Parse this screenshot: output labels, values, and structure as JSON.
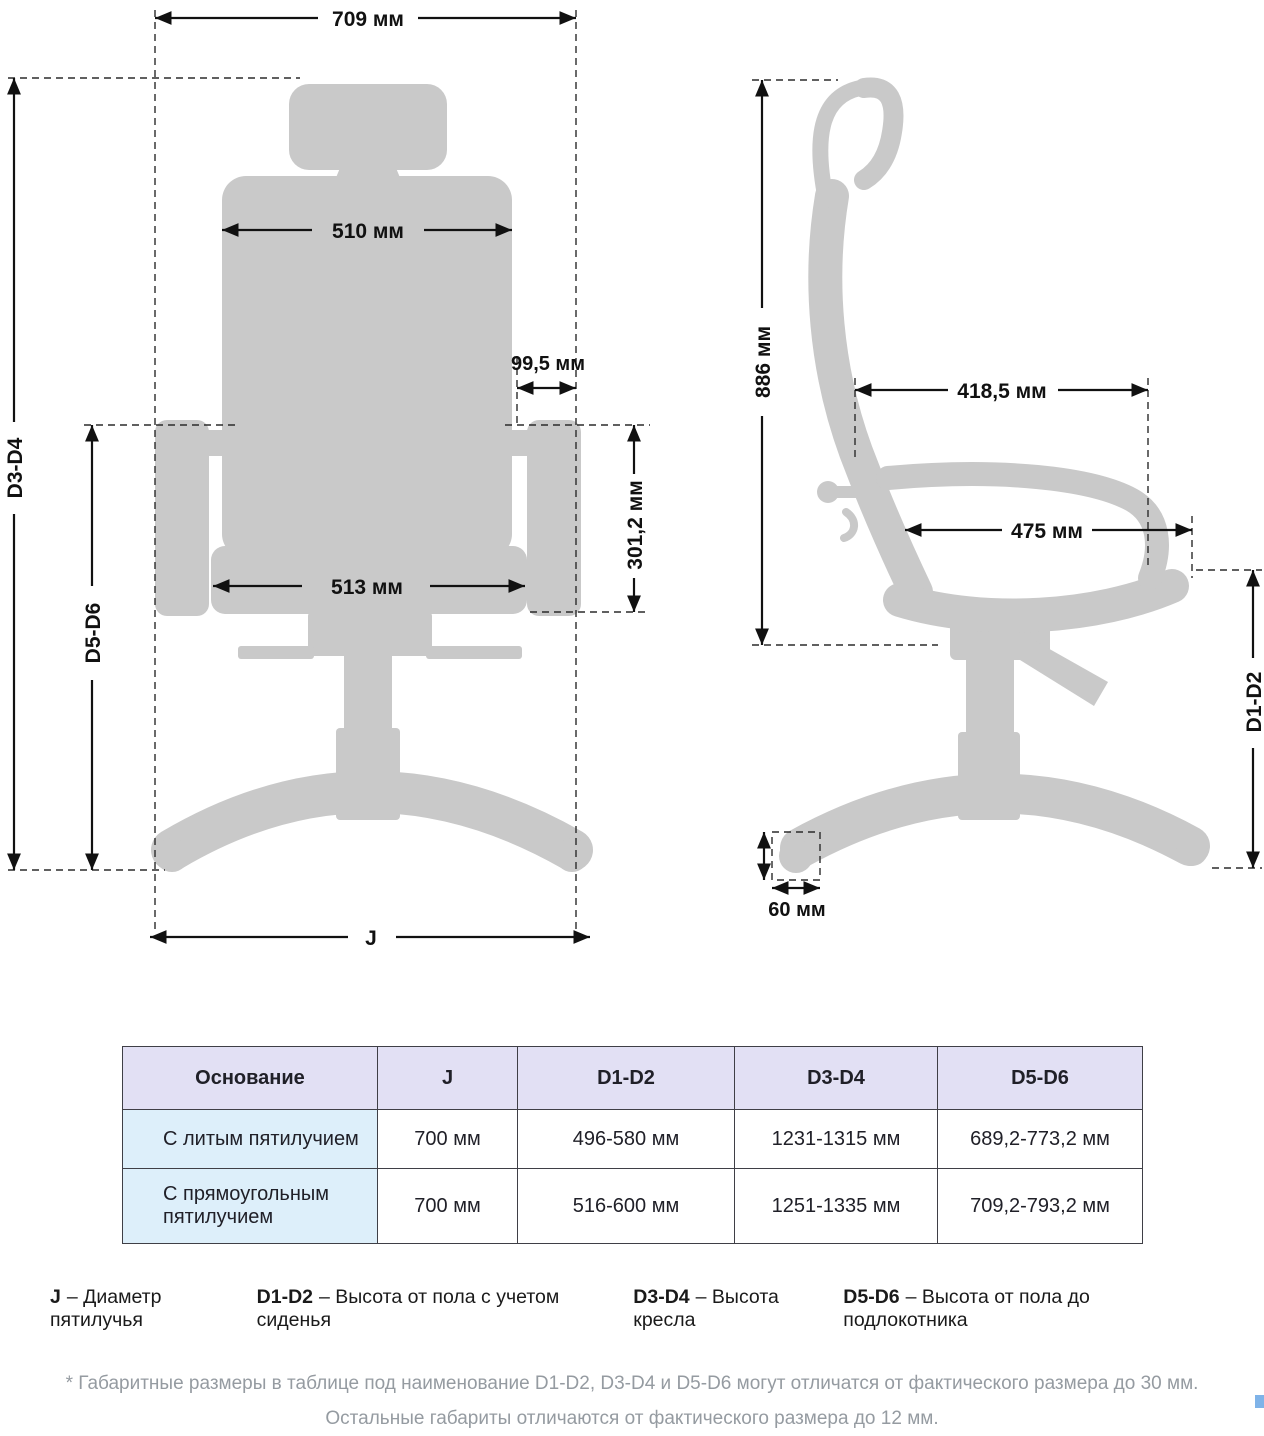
{
  "colors": {
    "chair_silhouette": "#c9c9c9",
    "dimension_line": "#111111",
    "table_header_bg": "#e2e0f4",
    "table_row_label_bg": "#ddeffa",
    "footnote_text": "#959ba1"
  },
  "front_view": {
    "labels": {
      "overall_width": "709 мм",
      "backrest_width": "510 мм",
      "armrest_offset": "99,5 мм",
      "armrest_height": "301,2 мм",
      "seat_width": "513 мм",
      "chair_height": "D3-D4",
      "floor_to_armrest": "D5-D6",
      "base_diameter": "J"
    }
  },
  "side_view": {
    "labels": {
      "back_height": "886 мм",
      "upper_depth": "418,5 мм",
      "seat_depth": "475 мм",
      "floor_to_seat": "D1-D2",
      "caster_size": "60 мм"
    }
  },
  "table": {
    "headers": [
      "Основание",
      "J",
      "D1-D2",
      "D3-D4",
      "D5-D6"
    ],
    "rows": [
      {
        "cells": [
          "С литым пятилучием",
          "700 мм",
          "496-580 мм",
          "1231-1315 мм",
          "689,2-773,2 мм"
        ]
      },
      {
        "cells": [
          "С прямоугольным пятилучием",
          "700 мм",
          "516-600 мм",
          "1251-1335 мм",
          "709,2-793,2 мм"
        ]
      }
    ]
  },
  "legend": {
    "items": [
      {
        "term": "J",
        "desc": "– Диаметр пятилучья"
      },
      {
        "term": "D1-D2",
        "desc": "– Высота от пола с учетом сиденья"
      },
      {
        "term": "D3-D4",
        "desc": "– Высота кресла"
      },
      {
        "term": "D5-D6",
        "desc": "– Высота от пола до подлокотника"
      }
    ]
  },
  "footnotes": {
    "line1": "* Габаритные размеры в таблице под наименование D1-D2, D3-D4 и D5-D6 могут отличатся от фактического размера до 30 мм.",
    "line2": "Остальные габариты отличаются от фактического размера до 12 мм."
  }
}
